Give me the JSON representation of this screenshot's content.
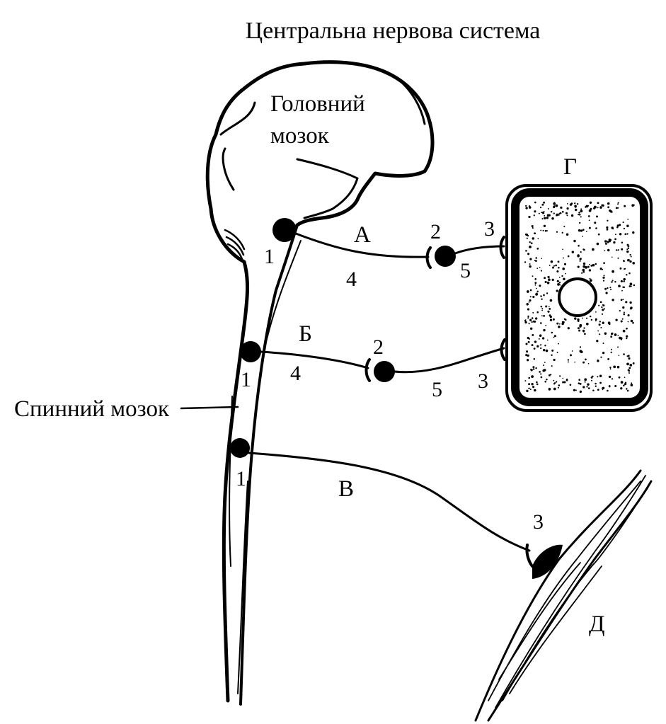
{
  "title": "Центральна нервова система",
  "brain_label_line1": "Головний",
  "brain_label_line2": "мозок",
  "spinal_cord_label": "Спинний мозок",
  "pathways": {
    "a": {
      "letter": "А",
      "neuron": "1",
      "synapse": "2",
      "effector_ending": "3",
      "preganglionic": "4",
      "postganglionic": "5"
    },
    "b": {
      "letter": "Б",
      "neuron": "1",
      "synapse": "2",
      "effector_ending": "3",
      "preganglionic": "4",
      "postganglionic": "5"
    },
    "c": {
      "letter": "В",
      "neuron": "1",
      "effector_ending": "3"
    }
  },
  "gland_cell_letter": "Г",
  "muscle_letter": "Д"
}
